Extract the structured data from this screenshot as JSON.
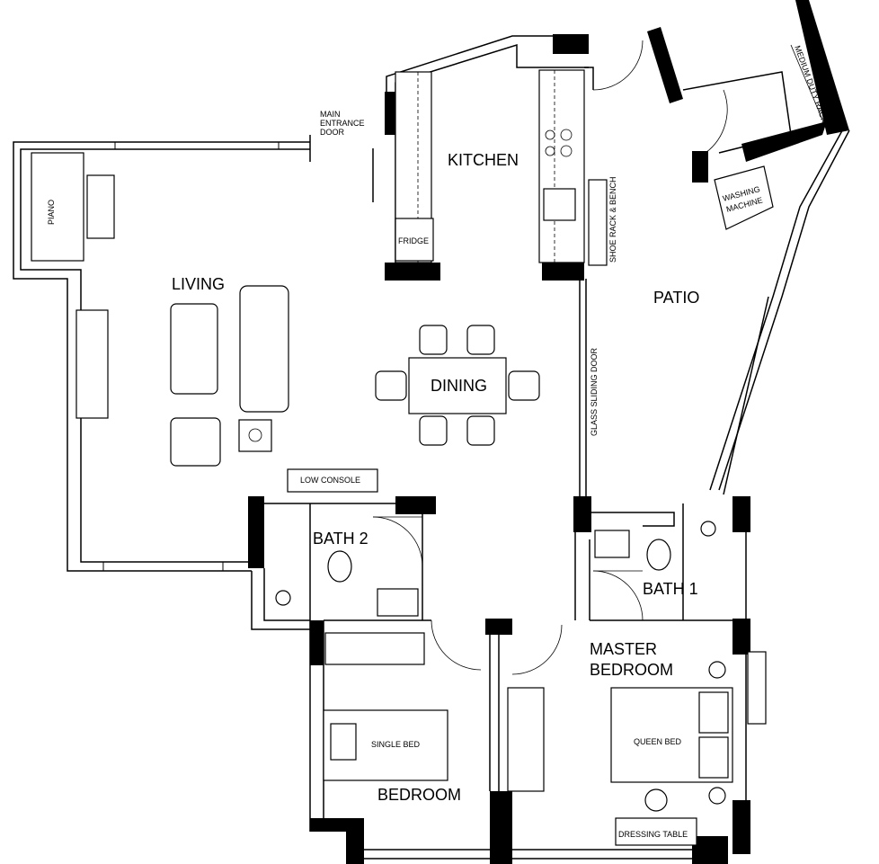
{
  "rooms": {
    "kitchen": "KITCHEN",
    "patio": "PATIO",
    "living": "LIVING",
    "dining": "DINING",
    "bath2": "BATH 2",
    "bath1": "BATH 1",
    "master_bedroom_line1": "MASTER",
    "master_bedroom_line2": "BEDROOM",
    "bedroom": "BEDROOM"
  },
  "labels": {
    "main_entrance_line1": "MAIN",
    "main_entrance_line2": "ENTRANCE",
    "main_entrance_line3": "DOOR",
    "fridge": "FRIDGE",
    "shoe_rack": "SHOE RACK & BENCH",
    "medium_duty_rack": "MEDIUM DUTY RACK",
    "washing_machine_line1": "WASHING",
    "washing_machine_line2": "MACHINE",
    "piano": "PIANO",
    "glass_sliding_door": "GLASS SLIDING DOOR",
    "low_console": "LOW CONSOLE",
    "queen_bed": "QUEEN BED",
    "single_bed": "SINGLE BED",
    "dressing_table": "DRESSING TABLE"
  }
}
